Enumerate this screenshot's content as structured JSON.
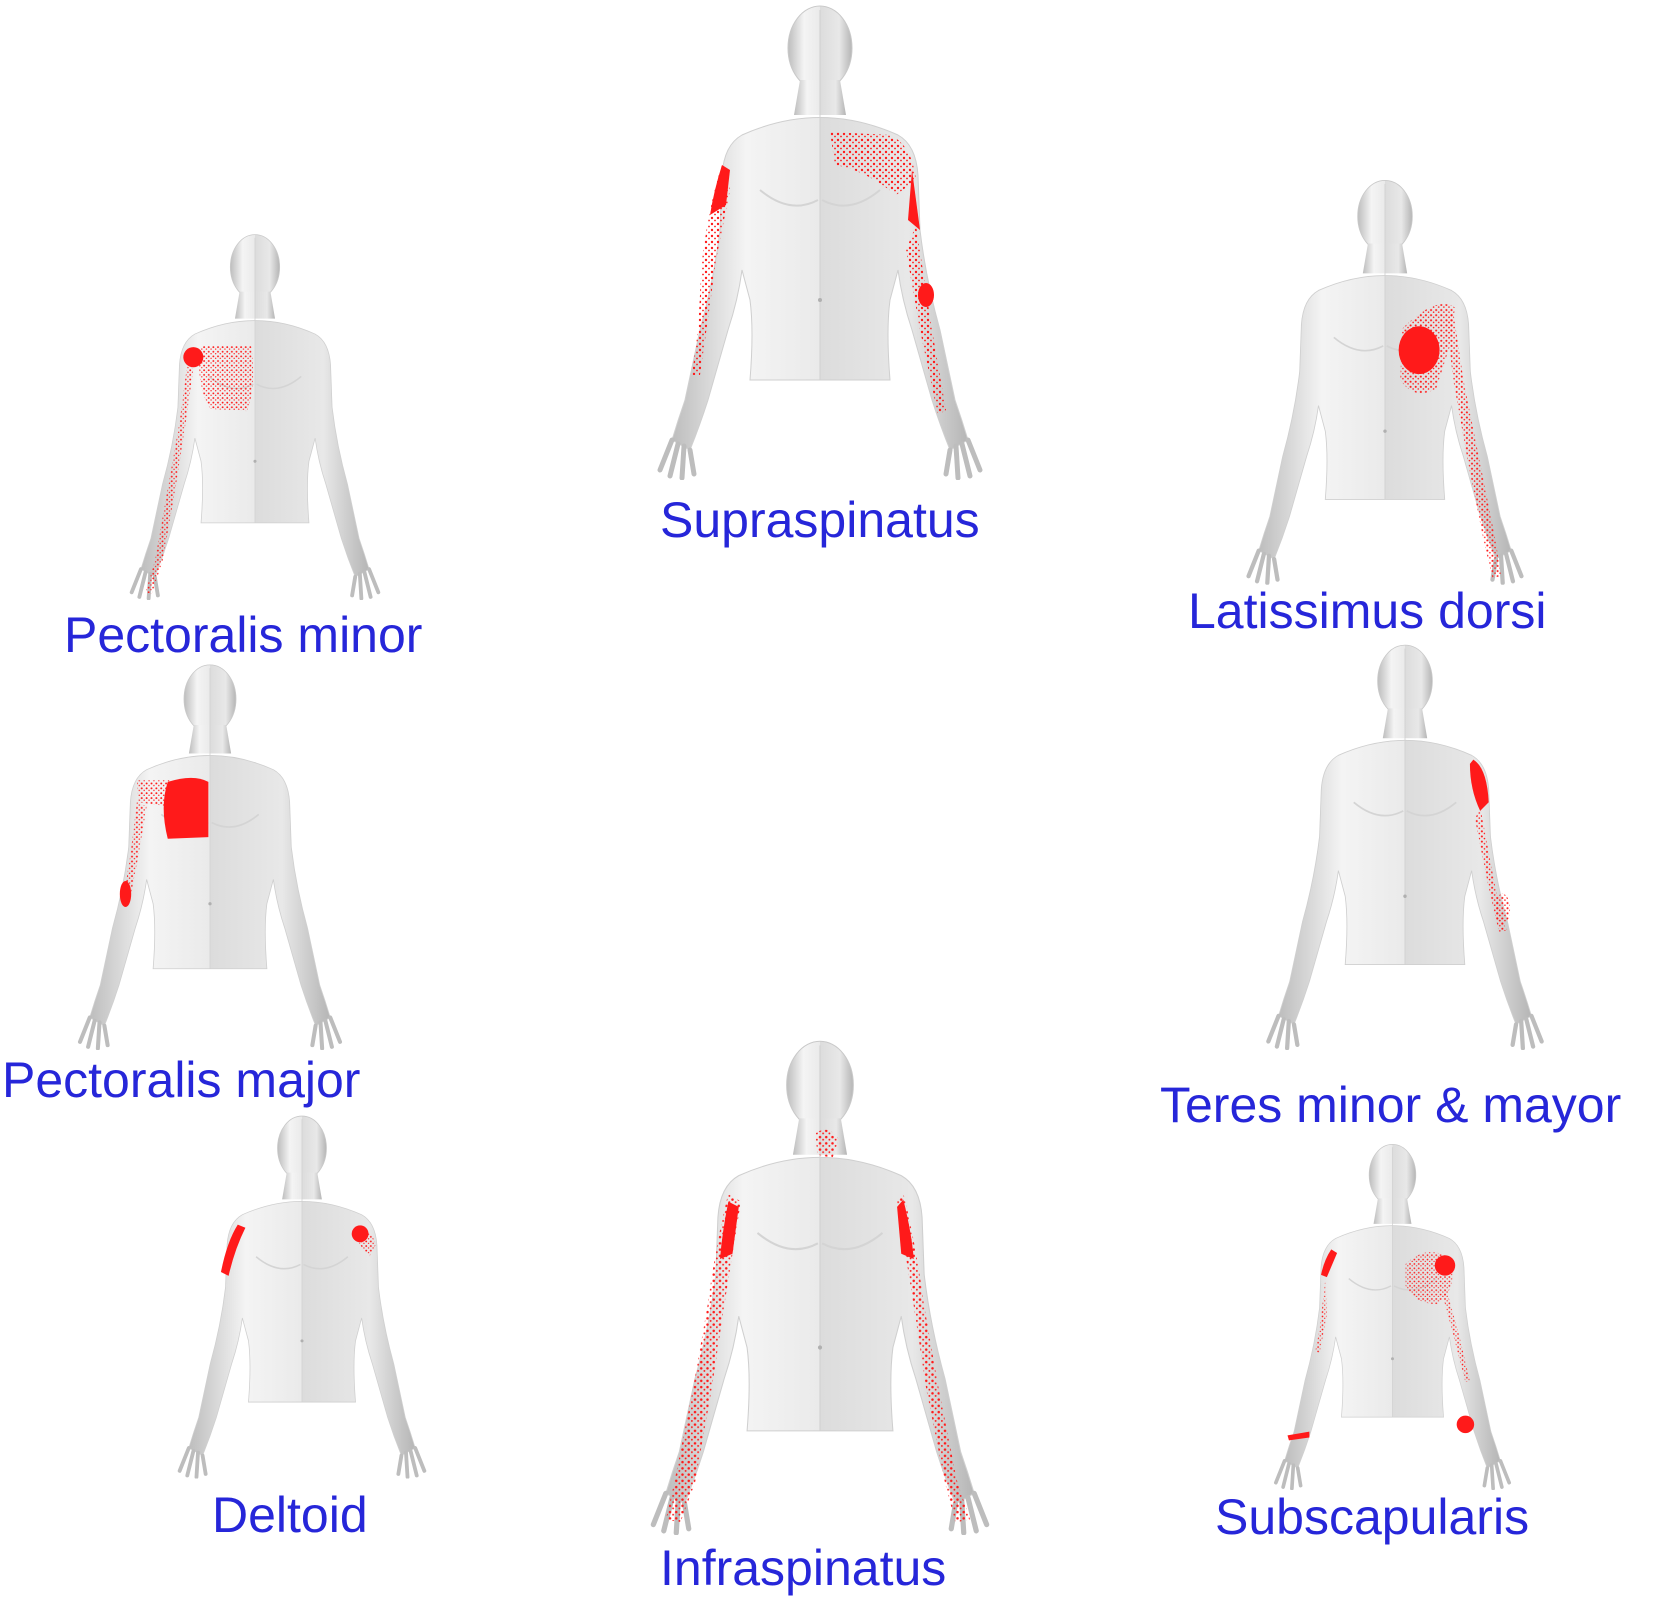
{
  "colors": {
    "label": "#2626d9",
    "pain": "#ff1a1a",
    "skin_light": "#f2f2f2",
    "skin_shadow": "#c8c8c8"
  },
  "muscles": {
    "supraspinatus": "Supraspinatus",
    "pectoralis_minor": "Pectoralis minor",
    "latissimus_dorsi": "Latissimus dorsi",
    "pectoralis_major": "Pectoralis major",
    "teres": "Teres minor & mayor",
    "deltoid": "Deltoid",
    "infraspinatus": "Infraspinatus",
    "subscapularis": "Subscapularis"
  }
}
